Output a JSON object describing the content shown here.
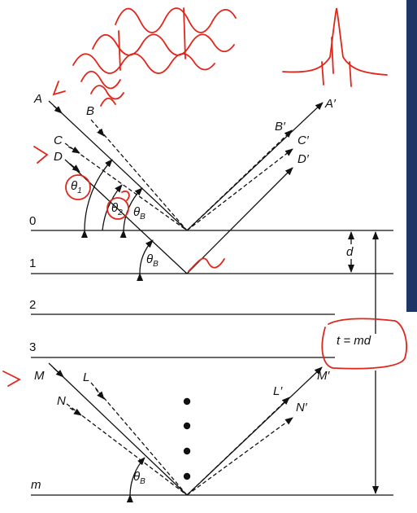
{
  "colors": {
    "line": "#111111",
    "annotation": "#e0261b",
    "sidebar": "#1f3566"
  },
  "layers": {
    "top": "0",
    "one": "1",
    "two": "2",
    "three": "3",
    "bottom": "m"
  },
  "rays": {
    "a": "A",
    "b": "B",
    "c": "C",
    "d": "D",
    "a_out": "A′",
    "b_out": "B′",
    "c_out": "C′",
    "d_out": "D′",
    "m": "M",
    "l": "L",
    "n": "N",
    "m_out": "M′",
    "l_out": "L′",
    "n_out": "N′"
  },
  "angles": {
    "theta": "θ",
    "sub1": "1",
    "sub2": "2",
    "subB": "B"
  },
  "spacing": {
    "d": "d",
    "t": "t = md"
  }
}
